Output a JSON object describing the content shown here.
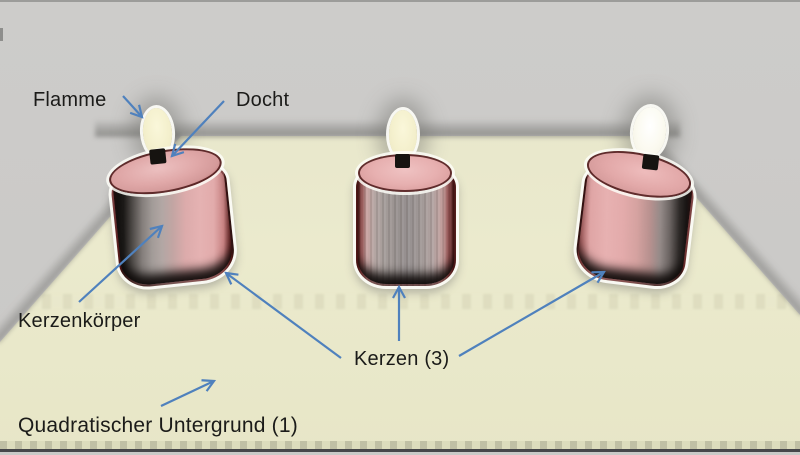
{
  "labels": {
    "flamme": "Flamme",
    "docht": "Docht",
    "kerzenkoerper": "Kerzenkörper",
    "kerzen": "Kerzen (3)",
    "untergrund": "Quadratischer Untergrund (1)"
  },
  "counts": {
    "kerzen": 3,
    "untergrund": 1
  },
  "colors": {
    "background": "#cbcac8",
    "surface": "#e9e8cc",
    "arrow": "#4f81bd",
    "candle_pink": "#e3abab",
    "candle_gray": "#9b9492",
    "candle_outline": "#401010",
    "flame_cream": "#f4f0cd",
    "flame_white": "#fbfaf0",
    "text": "#1b1b19"
  }
}
